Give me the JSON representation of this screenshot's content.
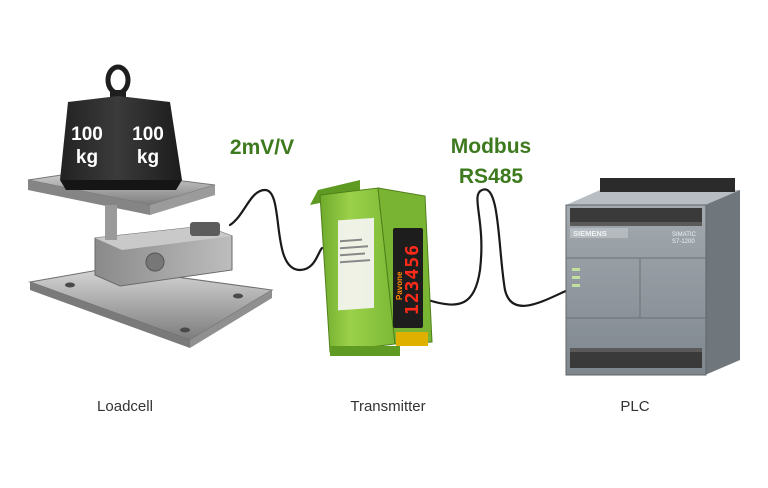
{
  "colors": {
    "link_label": "#3d7a1e",
    "transmitter_body": "#8cc63f",
    "display_digits": "#ff2a1a",
    "plc_body": "#8f979e",
    "weight_body": "#2b2b2b"
  },
  "weight": {
    "left_face": [
      "100",
      "kg"
    ],
    "right_face": [
      "100",
      "kg"
    ]
  },
  "links": {
    "loadcell_to_transmitter": "2mV/V",
    "transmitter_to_plc_line1": "Modbus",
    "transmitter_to_plc_line2": "RS485"
  },
  "transmitter": {
    "brand": "Pavone",
    "display_value": "123456"
  },
  "plc": {
    "brand": "SIEMENS",
    "model_line1": "SIMATIC",
    "model_line2": "S7-1200"
  },
  "captions": {
    "loadcell": "Loadcell",
    "transmitter": "Transmitter",
    "plc": "PLC"
  }
}
